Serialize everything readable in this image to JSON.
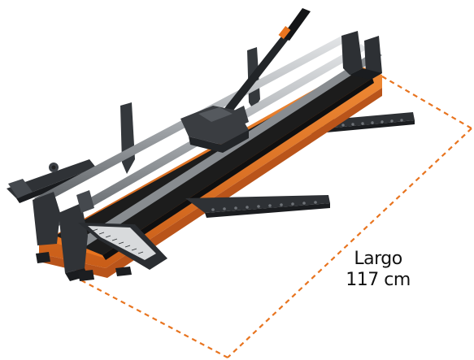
{
  "image": {
    "subject": "tile-cutter",
    "colors": {
      "base": "#e8741f",
      "base_dark": "#b9541a",
      "bed": "#1c1c1c",
      "rail": "#a8acb0",
      "metal_dark": "#3a3d41",
      "dimension_line": "#e8741f",
      "text": "#111111"
    }
  },
  "dimension": {
    "label": "Largo",
    "value": "117 cm",
    "line_style": "dashed"
  }
}
